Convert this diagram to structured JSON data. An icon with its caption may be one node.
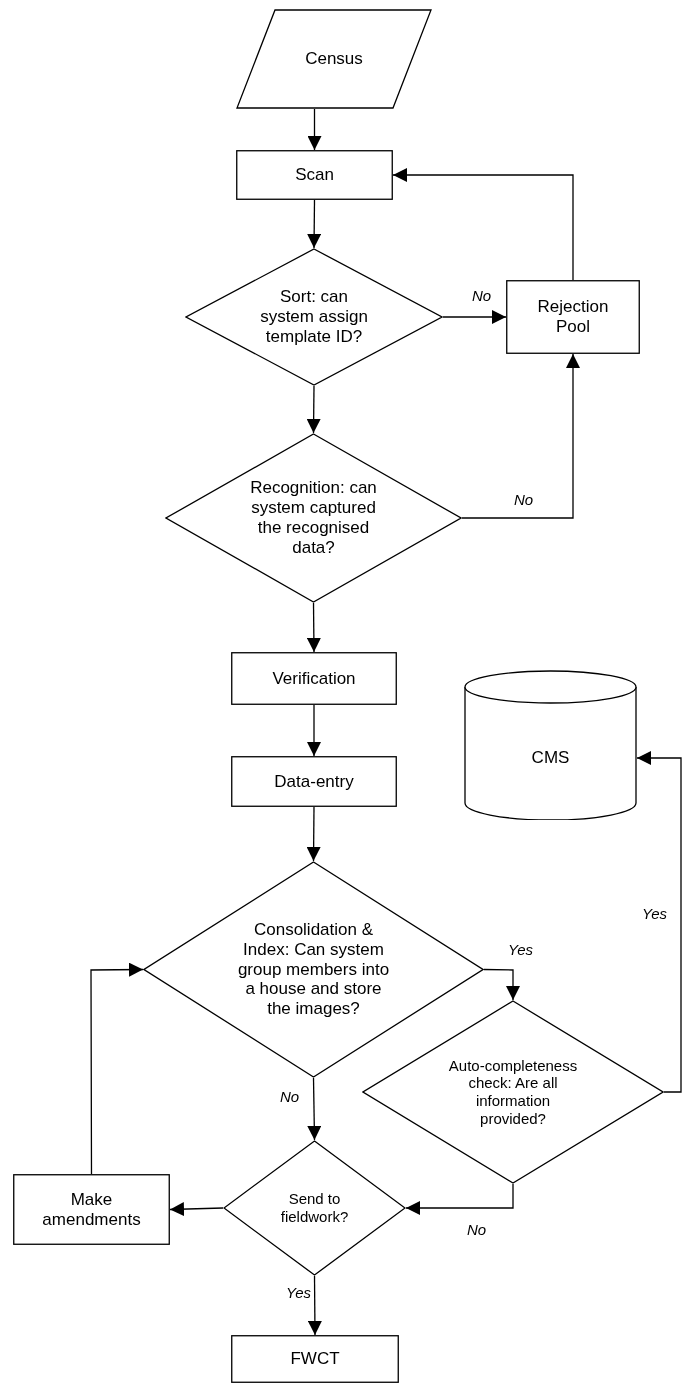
{
  "diagram": {
    "nodes": [
      {
        "text": [
          "Census"
        ]
      },
      {
        "text": [
          "Scan"
        ]
      },
      {
        "text": [
          "Sort: can system assign template ID?"
        ]
      },
      {
        "text": [
          "Rejection Pool"
        ]
      },
      {
        "text": [
          "Recognition: can system captured the recognised data?"
        ]
      },
      {
        "text": [
          "Verification"
        ]
      },
      {
        "text": [
          "Data-entry"
        ]
      },
      {
        "text": [
          "CMS"
        ]
      },
      {
        "text": [
          "Consolidation & Index: Can system group members into a house and store the images?"
        ]
      },
      {
        "text": [
          "Auto-completeness check: Are all information provided?"
        ]
      },
      {
        "text": [
          "Make amendments"
        ]
      },
      {
        "text": [
          "Send to fieldwork?"
        ]
      },
      {
        "text": [
          "FWCT"
        ]
      }
    ],
    "edges": [
      {
        "from": 0,
        "to": 1,
        "arrow": "to"
      },
      {
        "from": 1,
        "to": 2,
        "arrow": "to"
      },
      {
        "from": 2,
        "to": 3,
        "arrow": "to",
        "label": "No"
      },
      {
        "from": 3,
        "to": 1,
        "arrow": "to"
      },
      {
        "from": 2,
        "to": 4,
        "arrow": "to"
      },
      {
        "from": 4,
        "to": 3,
        "arrow": "to",
        "label": "No"
      },
      {
        "from": 4,
        "to": 5,
        "arrow": "to"
      },
      {
        "from": 5,
        "to": 6,
        "arrow": "to"
      },
      {
        "from": 6,
        "to": 8,
        "arrow": "to"
      },
      {
        "from": 8,
        "to": 9,
        "arrow": "to",
        "label": "Yes"
      },
      {
        "from": 9,
        "to": 7,
        "arrow": "to",
        "label": "Yes"
      },
      {
        "from": 8,
        "to": 11,
        "arrow": "to",
        "label": "No"
      },
      {
        "from": 9,
        "to": 11,
        "arrow": "to",
        "label": "No"
      },
      {
        "from": 11,
        "to": 10,
        "arrow": "to"
      },
      {
        "from": 10,
        "to": 8,
        "arrow": "to"
      },
      {
        "from": 11,
        "to": 12,
        "arrow": "to",
        "label": "Yes"
      }
    ]
  }
}
